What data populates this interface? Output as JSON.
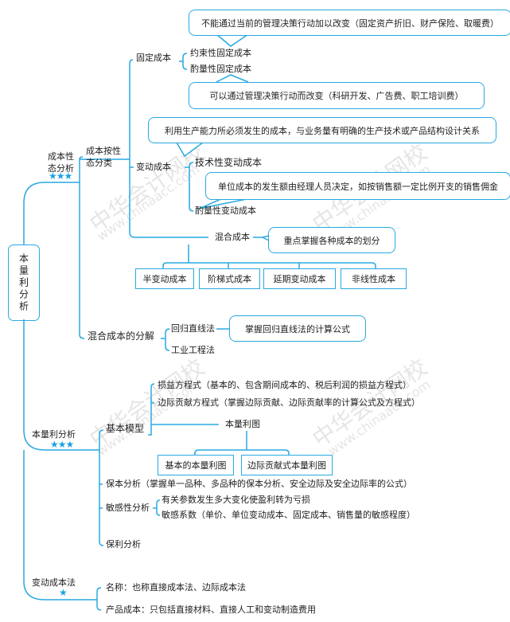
{
  "root": "本量利分析",
  "watermark": {
    "cn": "中华会计网校",
    "en": "www.chinaacc.com"
  },
  "colors": {
    "line": "#29a9e1",
    "star": "#1da1e2"
  },
  "section1": {
    "title": "成本性态分析",
    "stars": "★★★",
    "classify": "成本按性态分类",
    "fixed": {
      "label": "固定成本",
      "items": [
        "约束性固定成本",
        "酌量性固定成本"
      ],
      "note_committed": "不能通过当前的管理决策行动加以改变（固定资产折旧、财产保险、取暖费）",
      "note_discretionary": "可以通过管理决策行动而改变（科研开发、广告费、职工培训费）"
    },
    "variable": {
      "label": "变动成本",
      "items": [
        "技术性变动成本",
        "酌量性变动成本"
      ],
      "note_technical": "利用生产能力所必须发生的成本，与业务量有明确的生产技术或产品结构设计关系",
      "note_discretionary": "单位成本的发生额由经理人员决定，如按销售额一定比例开支的销售佣金"
    },
    "mixed": {
      "label": "混合成本",
      "note": "重点掌握各种成本的划分",
      "types": [
        "半变动成本",
        "阶梯式成本",
        "延期变动成本",
        "非线性成本"
      ]
    },
    "decomposition": {
      "label": "混合成本的分解",
      "methods": [
        "回归直线法",
        "工业工程法"
      ],
      "note": "掌握回归直线法的计算公式"
    }
  },
  "section2": {
    "title": "本量利分析",
    "stars": "★★★",
    "basic_model": {
      "label": "基本模型",
      "equations": [
        "损益方程式（基本的、包含期间成本的、税后利润的损益方程式）",
        "边际贡献方程式（掌握边际贡献、边际贡献率的计算公式及方程式）"
      ],
      "chart": "本量利图",
      "chart_types": [
        "基本的本量利图",
        "边际贡献式本量利图"
      ]
    },
    "breakeven": "保本分析（掌握单一品种、多品种的保本分析、安全边际及安全边际率的公式）",
    "sensitivity": {
      "label": "敏感性分析",
      "items": [
        "有关参数发生多大变化使盈利转为亏损",
        "敏感系数（单价、单位变动成本、固定成本、销售量的敏感程度）"
      ]
    },
    "profit": "保利分析"
  },
  "section3": {
    "title": "变动成本法",
    "stars": "★",
    "items": [
      "名称：也称直接成本法、边际成本法",
      "产品成本：只包括直接材料、直接人工和变动制造费用"
    ]
  }
}
